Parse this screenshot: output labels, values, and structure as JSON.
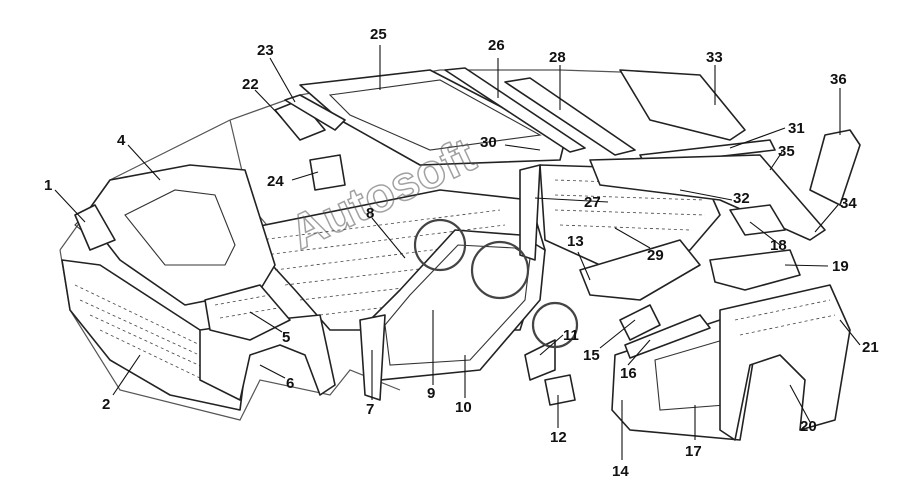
{
  "diagram": {
    "callouts": [
      {
        "id": "1",
        "label": "1"
      },
      {
        "id": "2",
        "label": "2"
      },
      {
        "id": "4",
        "label": "4"
      },
      {
        "id": "5",
        "label": "5"
      },
      {
        "id": "6",
        "label": "6"
      },
      {
        "id": "7",
        "label": "7"
      },
      {
        "id": "8",
        "label": "8"
      },
      {
        "id": "9",
        "label": "9"
      },
      {
        "id": "10",
        "label": "10"
      },
      {
        "id": "11",
        "label": "11"
      },
      {
        "id": "12",
        "label": "12"
      },
      {
        "id": "13",
        "label": "13"
      },
      {
        "id": "14",
        "label": "14"
      },
      {
        "id": "15",
        "label": "15"
      },
      {
        "id": "16",
        "label": "16"
      },
      {
        "id": "17",
        "label": "17"
      },
      {
        "id": "18",
        "label": "18"
      },
      {
        "id": "19",
        "label": "19"
      },
      {
        "id": "20",
        "label": "20"
      },
      {
        "id": "21",
        "label": "21"
      },
      {
        "id": "22",
        "label": "22"
      },
      {
        "id": "23",
        "label": "23"
      },
      {
        "id": "24",
        "label": "24"
      },
      {
        "id": "25",
        "label": "25"
      },
      {
        "id": "26",
        "label": "26"
      },
      {
        "id": "27",
        "label": "27"
      },
      {
        "id": "28",
        "label": "28"
      },
      {
        "id": "29",
        "label": "29"
      },
      {
        "id": "30",
        "label": "30"
      },
      {
        "id": "31",
        "label": "31"
      },
      {
        "id": "32",
        "label": "32"
      },
      {
        "id": "33",
        "label": "33"
      },
      {
        "id": "34",
        "label": "34"
      },
      {
        "id": "35",
        "label": "35"
      },
      {
        "id": "36",
        "label": "36"
      }
    ],
    "watermark": "Autosoft"
  }
}
